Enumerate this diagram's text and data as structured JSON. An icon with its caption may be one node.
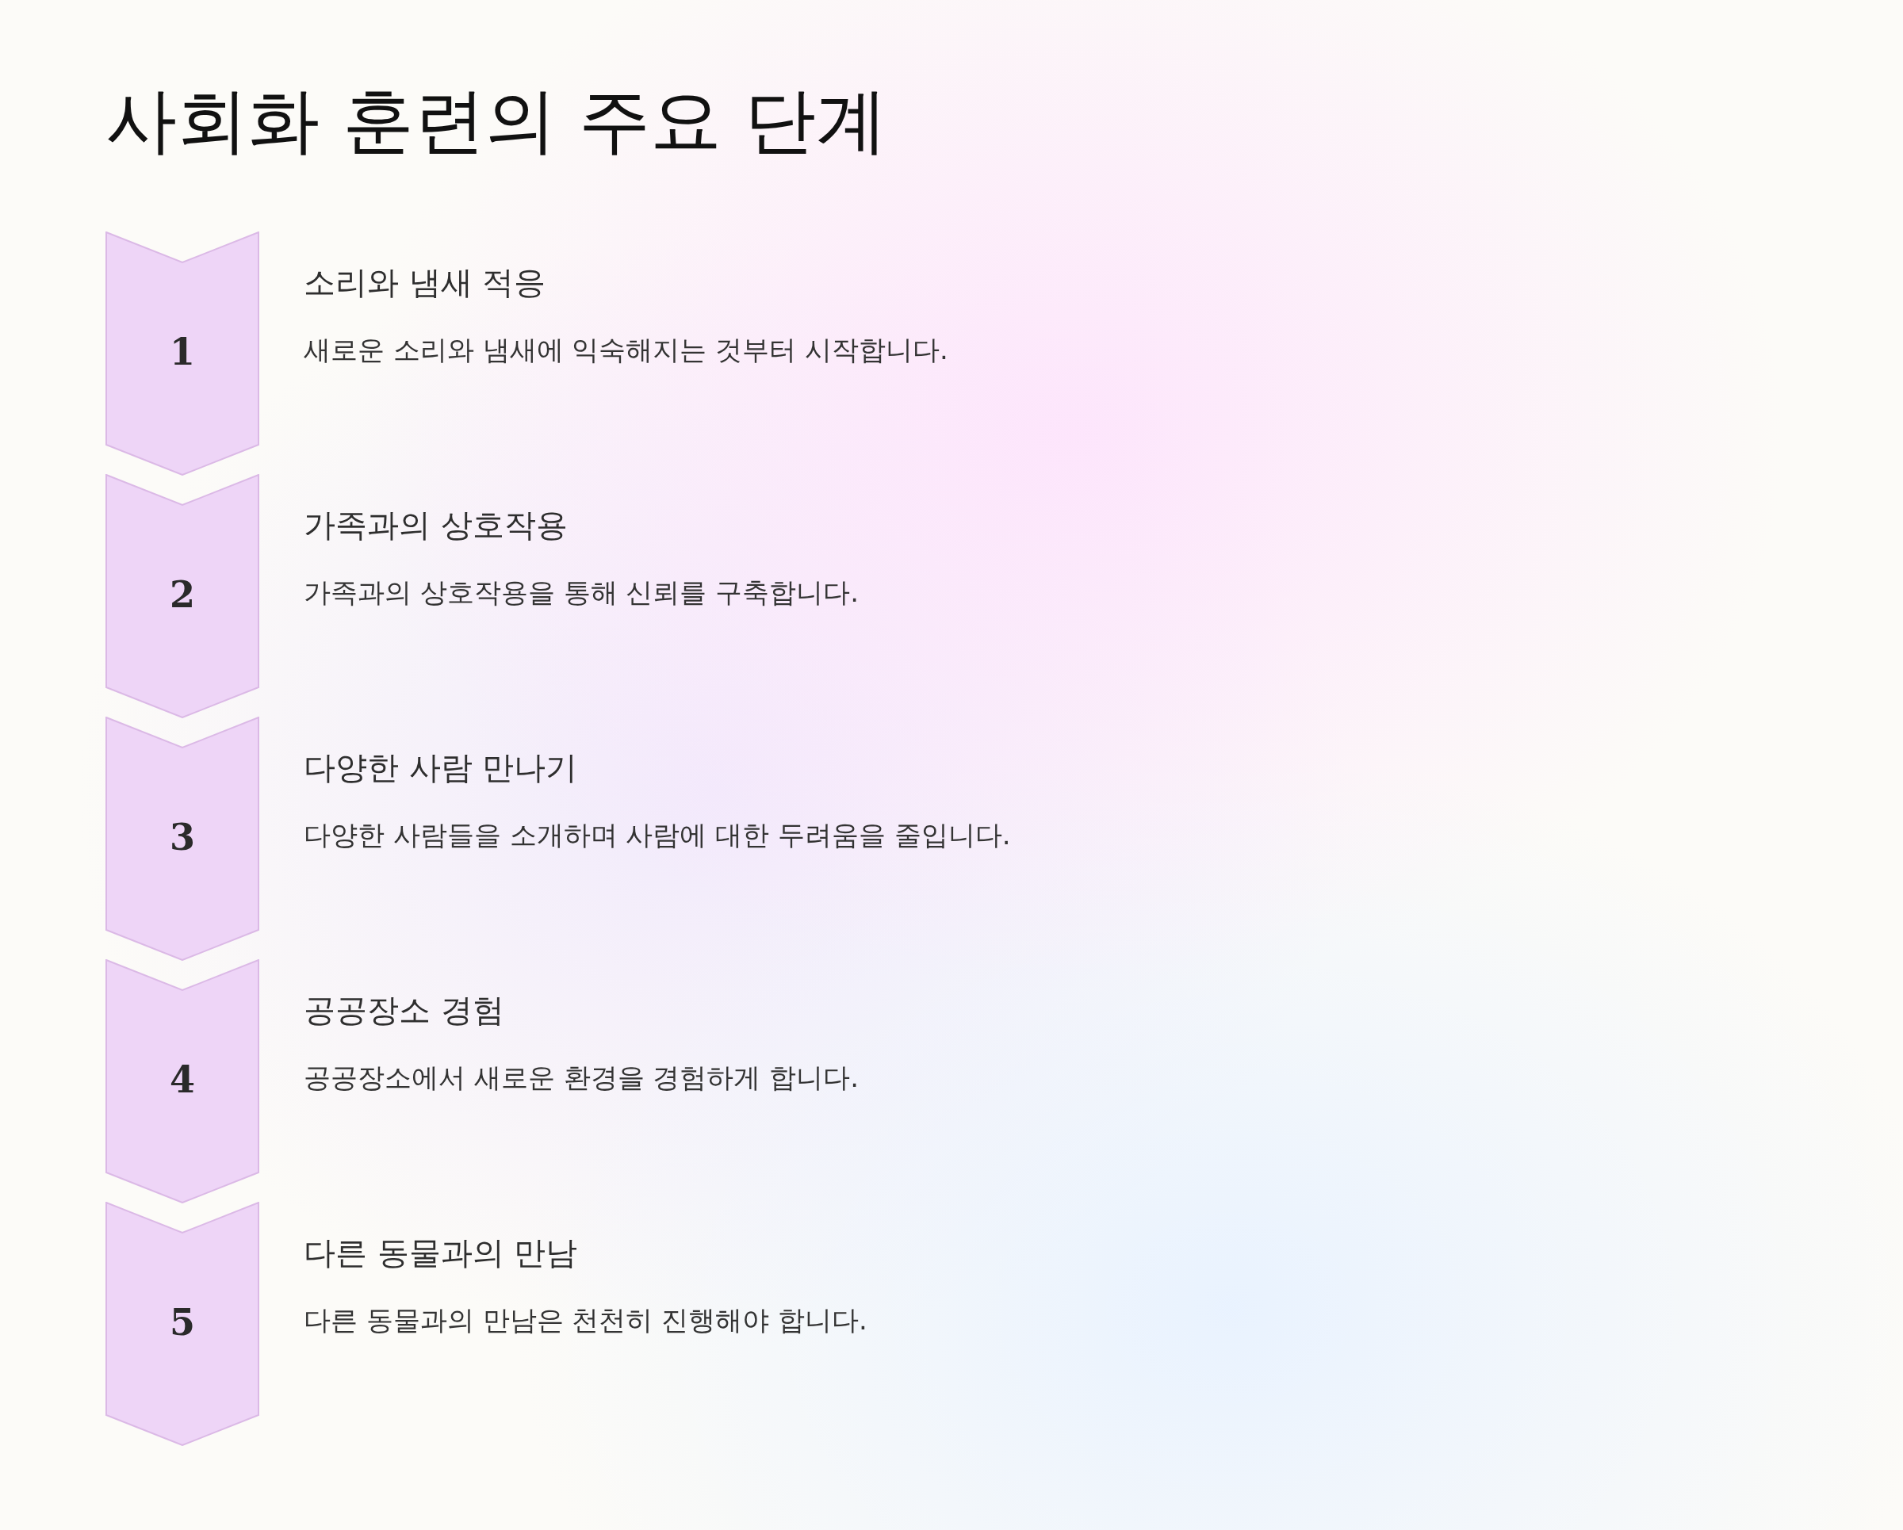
{
  "diagram": {
    "title": "사회화 훈련의 주요 단계",
    "nodes": [
      {
        "text": [
          "1"
        ],
        "beside": [
          "소리와 냄새 적응",
          "새로운 소리와 냄새에 익숙해지는 것부터 시작합니다."
        ]
      },
      {
        "text": [
          "2"
        ],
        "beside": [
          "가족과의 상호작용",
          "가족과의 상호작용을 통해 신뢰를 구축합니다."
        ]
      },
      {
        "text": [
          "3"
        ],
        "beside": [
          "다양한 사람 만나기",
          "다양한 사람들을 소개하며 사람에 대한 두려움을 줄입니다."
        ]
      },
      {
        "text": [
          "4"
        ],
        "beside": [
          "공공장소 경험",
          "공공장소에서 새로운 환경을 경험하게 합니다."
        ]
      },
      {
        "text": [
          "5"
        ],
        "beside": [
          "다른 동물과의 만남",
          "다른 동물과의 만남은 천천히 진행해야 합니다."
        ]
      }
    ]
  }
}
